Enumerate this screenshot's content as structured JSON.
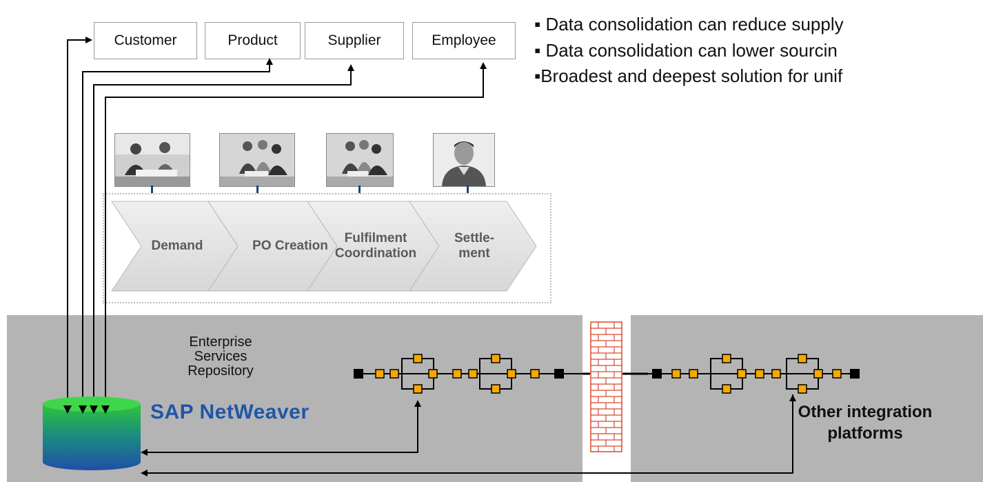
{
  "entities": [
    "Customer",
    "Product",
    "Supplier",
    "Employee"
  ],
  "bullets": [
    "▪ Data consolidation can reduce supply",
    "▪ Data consolidation can lower sourcin",
    "▪Broadest and deepest solution for unif"
  ],
  "process_steps": [
    {
      "label": "Demand"
    },
    {
      "label": "PO Creation"
    },
    {
      "label": "Fulfilment Coordination"
    },
    {
      "label": "Settle- ment"
    }
  ],
  "photos": [
    {
      "icon": "people-meeting-photo"
    },
    {
      "icon": "team-at-laptop-photo"
    },
    {
      "icon": "team-at-laptop-photo"
    },
    {
      "icon": "employee-portrait-photo"
    }
  ],
  "left_panel": {
    "repository_label": "Enterprise Services Repository",
    "platform_name": "SAP NetWeaver",
    "database_icon": "database-cylinder-icon"
  },
  "right_panel": {
    "label": "Other integration platforms"
  },
  "firewall_icon": "brick-firewall-icon",
  "colors": {
    "panel_gray": "#b4b4b4",
    "netweaver_blue": "#1f56a8",
    "node_orange": "#f5a800",
    "firewall_red": "#d9482b",
    "cylinder_top": "#33cc33",
    "cylinder_bottom": "#1f4fa8",
    "chevron_fill": "#e3e3e3"
  }
}
